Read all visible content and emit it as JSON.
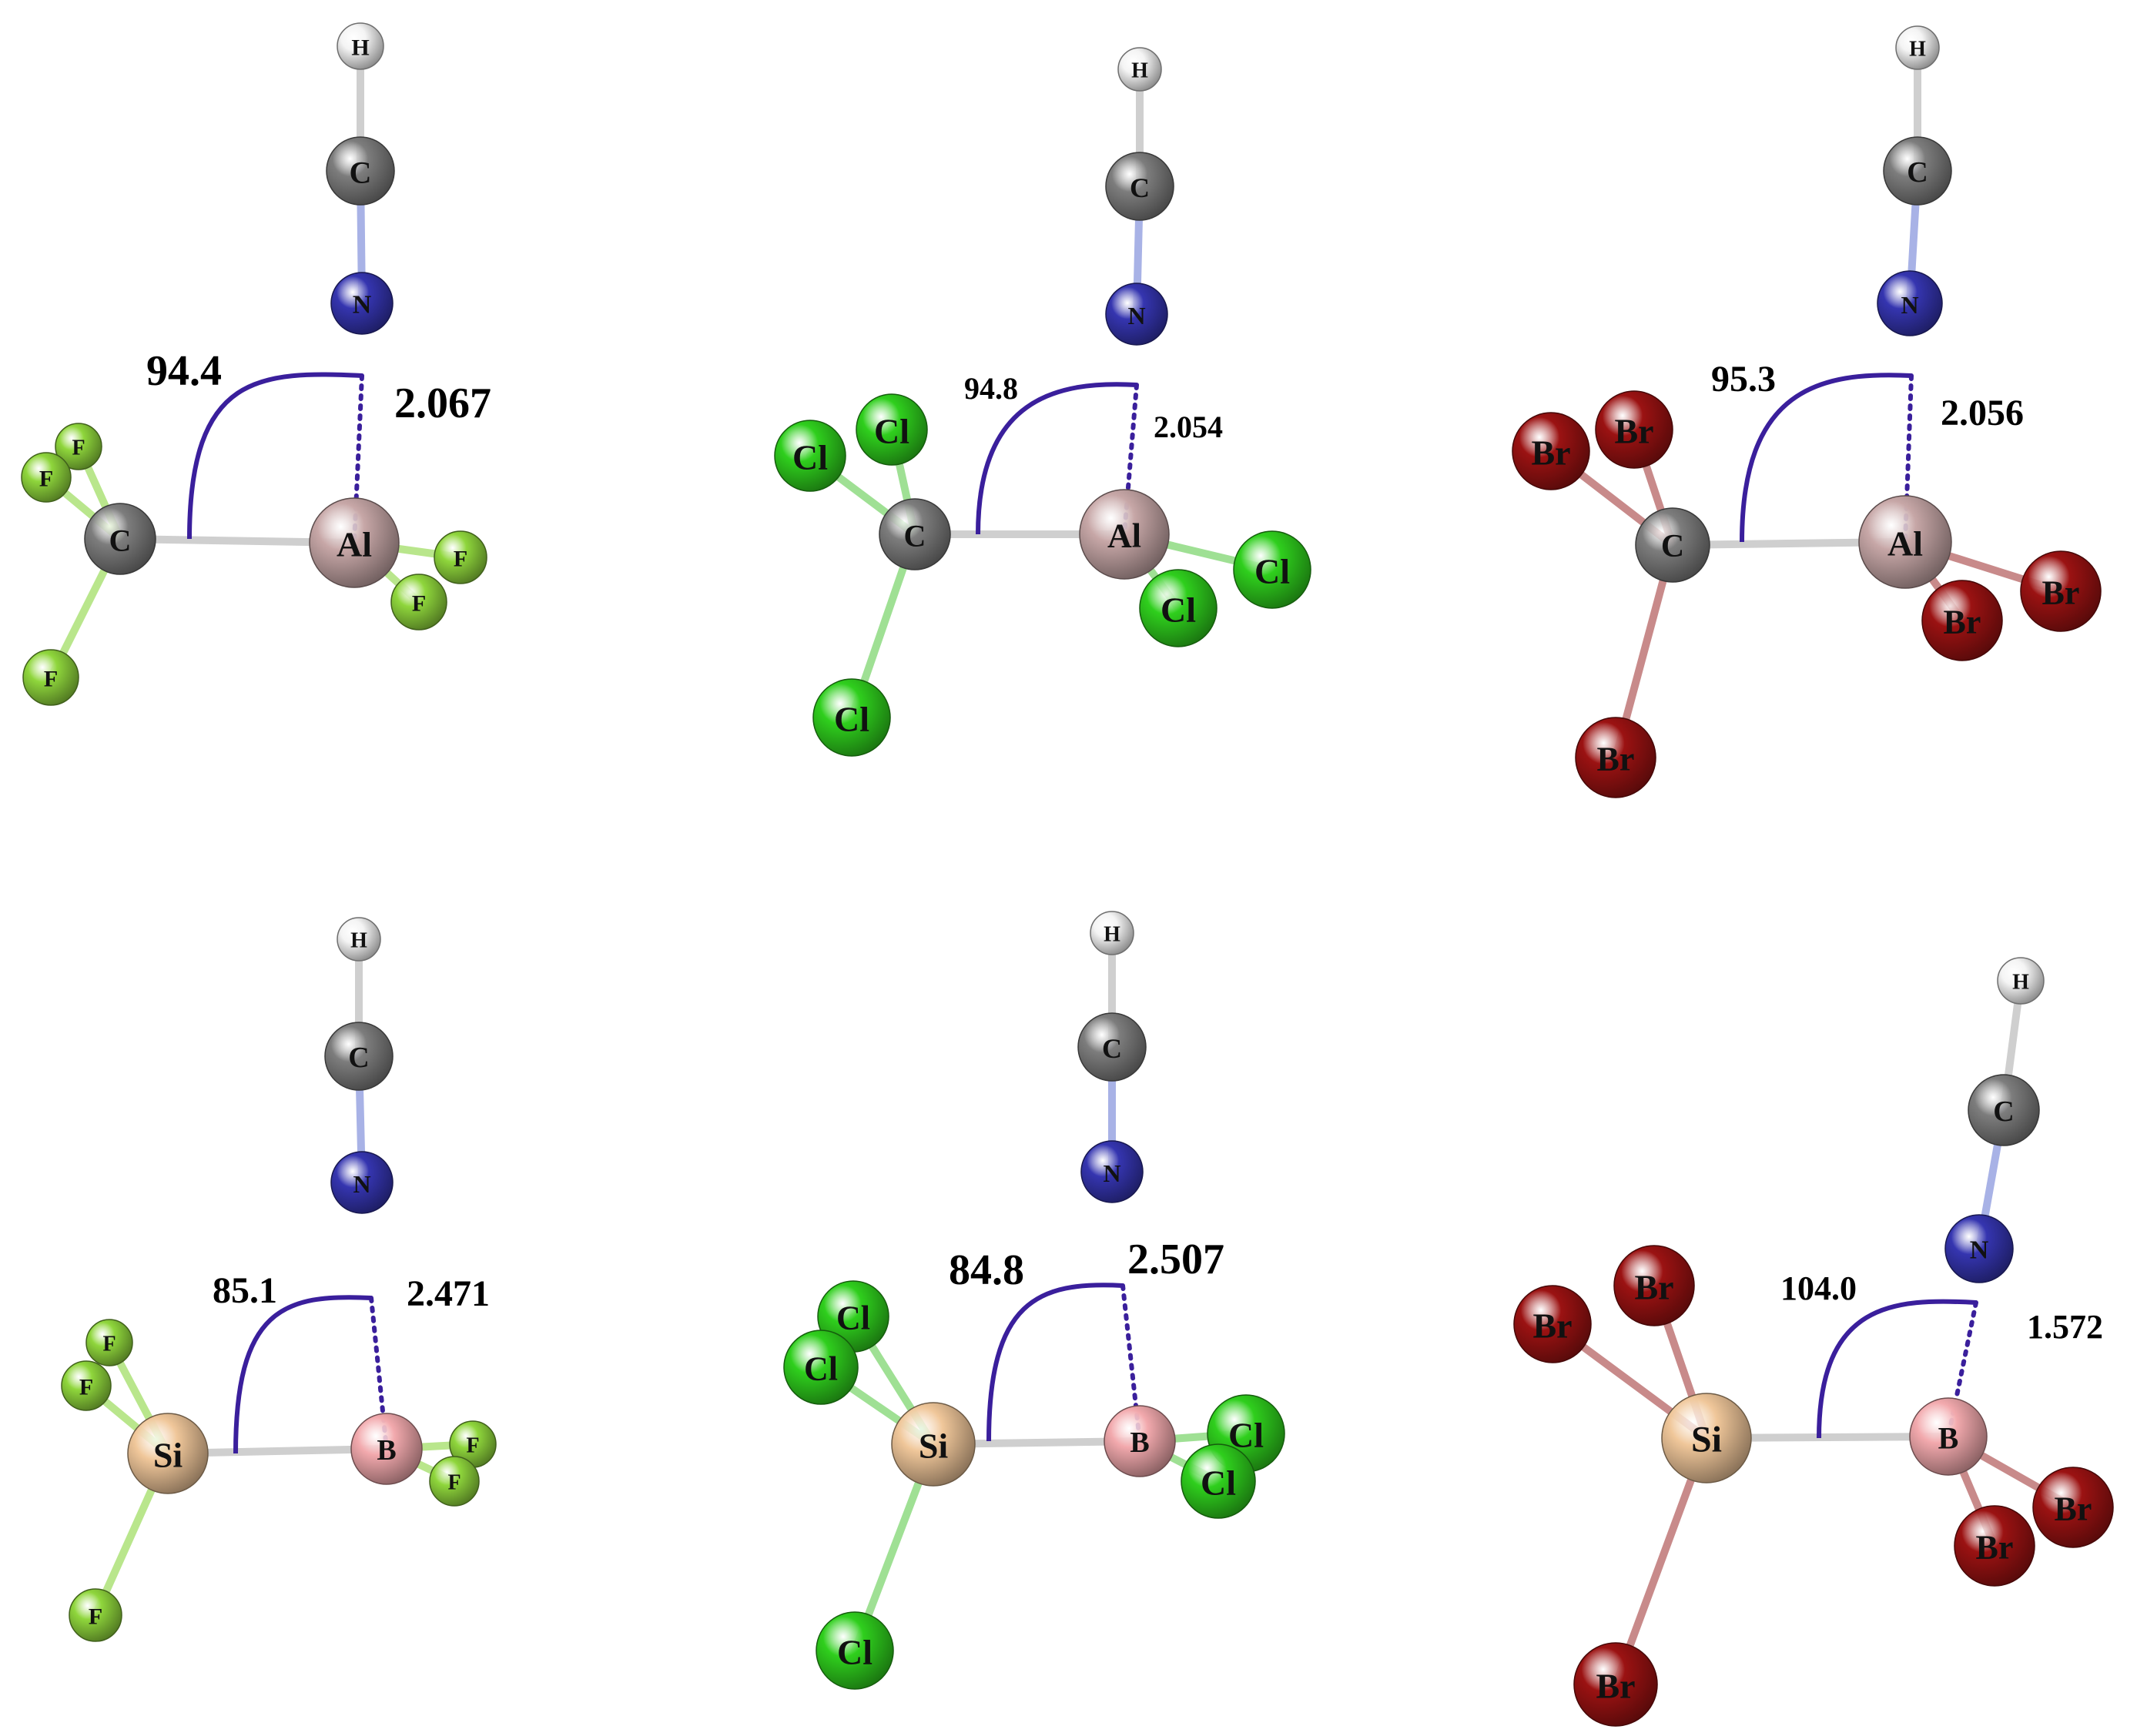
{
  "colors": {
    "H": "#f4f4f4",
    "C": "#7d7d7d",
    "N": "#3535b0",
    "Al": "#c7a7a7",
    "Si": "#f0c79a",
    "B": "#f2a9ad",
    "F": "#8fd63c",
    "Cl": "#2fcf1d",
    "Br": "#9b1212",
    "arc": "#3a1f9c",
    "bond_N": "#a8b2e6",
    "bond_F": "#b9e68c",
    "bond_Cl": "#9fe094",
    "bond_Br": "#c88a8a"
  },
  "molecules": [
    {
      "id": "cf3-alf2",
      "atoms": [
        {
          "el": "H",
          "label": "H"
        },
        {
          "el": "C",
          "label": "C"
        },
        {
          "el": "N",
          "label": "N"
        },
        {
          "el": "C",
          "label": "C"
        },
        {
          "el": "Al",
          "label": "Al"
        },
        {
          "el": "F",
          "label": "F"
        },
        {
          "el": "F",
          "label": "F"
        },
        {
          "el": "F",
          "label": "F"
        },
        {
          "el": "F",
          "label": "F"
        },
        {
          "el": "F",
          "label": "F"
        }
      ],
      "angle": "94.4",
      "distance": "2.067"
    },
    {
      "id": "ccl3-alcl2",
      "atoms": [
        {
          "el": "H",
          "label": "H"
        },
        {
          "el": "C",
          "label": "C"
        },
        {
          "el": "N",
          "label": "N"
        },
        {
          "el": "C",
          "label": "C"
        },
        {
          "el": "Al",
          "label": "Al"
        },
        {
          "el": "Cl",
          "label": "Cl"
        },
        {
          "el": "Cl",
          "label": "Cl"
        },
        {
          "el": "Cl",
          "label": "Cl"
        },
        {
          "el": "Cl",
          "label": "Cl"
        },
        {
          "el": "Cl",
          "label": "Cl"
        }
      ],
      "angle": "94.8",
      "distance": "2.054"
    },
    {
      "id": "cbr3-albr2",
      "atoms": [
        {
          "el": "H",
          "label": "H"
        },
        {
          "el": "C",
          "label": "C"
        },
        {
          "el": "N",
          "label": "N"
        },
        {
          "el": "C",
          "label": "C"
        },
        {
          "el": "Al",
          "label": "Al"
        },
        {
          "el": "Br",
          "label": "Br"
        },
        {
          "el": "Br",
          "label": "Br"
        },
        {
          "el": "Br",
          "label": "Br"
        },
        {
          "el": "Br",
          "label": "Br"
        },
        {
          "el": "Br",
          "label": "Br"
        }
      ],
      "angle": "95.3",
      "distance": "2.056"
    },
    {
      "id": "sif3-bf2",
      "atoms": [
        {
          "el": "H",
          "label": "H"
        },
        {
          "el": "C",
          "label": "C"
        },
        {
          "el": "N",
          "label": "N"
        },
        {
          "el": "Si",
          "label": "Si"
        },
        {
          "el": "B",
          "label": "B"
        },
        {
          "el": "F",
          "label": "F"
        },
        {
          "el": "F",
          "label": "F"
        },
        {
          "el": "F",
          "label": "F"
        },
        {
          "el": "F",
          "label": "F"
        },
        {
          "el": "F",
          "label": "F"
        }
      ],
      "angle": "85.1",
      "distance": "2.471"
    },
    {
      "id": "sicl3-bcl2",
      "atoms": [
        {
          "el": "H",
          "label": "H"
        },
        {
          "el": "C",
          "label": "C"
        },
        {
          "el": "N",
          "label": "N"
        },
        {
          "el": "Si",
          "label": "Si"
        },
        {
          "el": "B",
          "label": "B"
        },
        {
          "el": "Cl",
          "label": "Cl"
        },
        {
          "el": "Cl",
          "label": "Cl"
        },
        {
          "el": "Cl",
          "label": "Cl"
        },
        {
          "el": "Cl",
          "label": "Cl"
        },
        {
          "el": "Cl",
          "label": "Cl"
        }
      ],
      "angle": "84.8",
      "distance": "2.507"
    },
    {
      "id": "sibr3-bbr2",
      "atoms": [
        {
          "el": "H",
          "label": "H"
        },
        {
          "el": "C",
          "label": "C"
        },
        {
          "el": "N",
          "label": "N"
        },
        {
          "el": "Si",
          "label": "Si"
        },
        {
          "el": "B",
          "label": "B"
        },
        {
          "el": "Br",
          "label": "Br"
        },
        {
          "el": "Br",
          "label": "Br"
        },
        {
          "el": "Br",
          "label": "Br"
        },
        {
          "el": "Br",
          "label": "Br"
        },
        {
          "el": "Br",
          "label": "Br"
        }
      ],
      "angle": "104.0",
      "distance": "1.572"
    }
  ]
}
